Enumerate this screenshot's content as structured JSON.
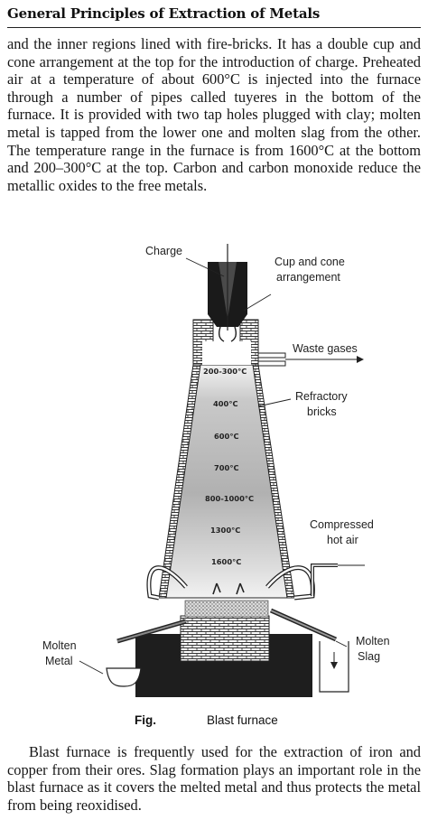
{
  "header": {
    "title": "General Principles of Extraction of Metals"
  },
  "paragraphs": {
    "intro": "and the inner regions lined with fire-bricks. It has a double cup and cone arrangement at the top for the introduction of charge. Preheated air at a temperature of about 600°C is injected into the furnace through a number of pipes called tuyeres in the bottom of the furnace. It is provided with two tap holes plugged with clay; molten metal is tapped from the lower one and molten slag from the other. The temperature range in the furnace is from 1600°C at the bottom and 200–300°C at the top. Carbon and carbon monoxide reduce the metallic oxides to the free metals.",
    "closing": "Blast furnace is frequently used for the extraction of iron and copper from their ores. Slag formation plays an important role in the blast furnace as it covers the melted metal and thus protects the metal from being reoxidised."
  },
  "figure": {
    "labels": {
      "charge": "Charge",
      "cup_cone_1": "Cup and cone",
      "cup_cone_2": "arrangement",
      "waste_gases": "Waste gases",
      "refractory_1": "Refractory",
      "refractory_2": "bricks",
      "compressed_1": "Compressed",
      "compressed_2": "hot air",
      "molten_metal_1": "Molten",
      "molten_metal_2": "Metal",
      "molten_slag_1": "Molten",
      "molten_slag_2": "Slag"
    },
    "temperatures": [
      "200-300°C",
      "400°C",
      "600°C",
      "700°C",
      "800-1000°C",
      "1300°C",
      "1600°C"
    ],
    "caption": {
      "prefix": "Fig.",
      "text": "Blast furnace"
    }
  }
}
